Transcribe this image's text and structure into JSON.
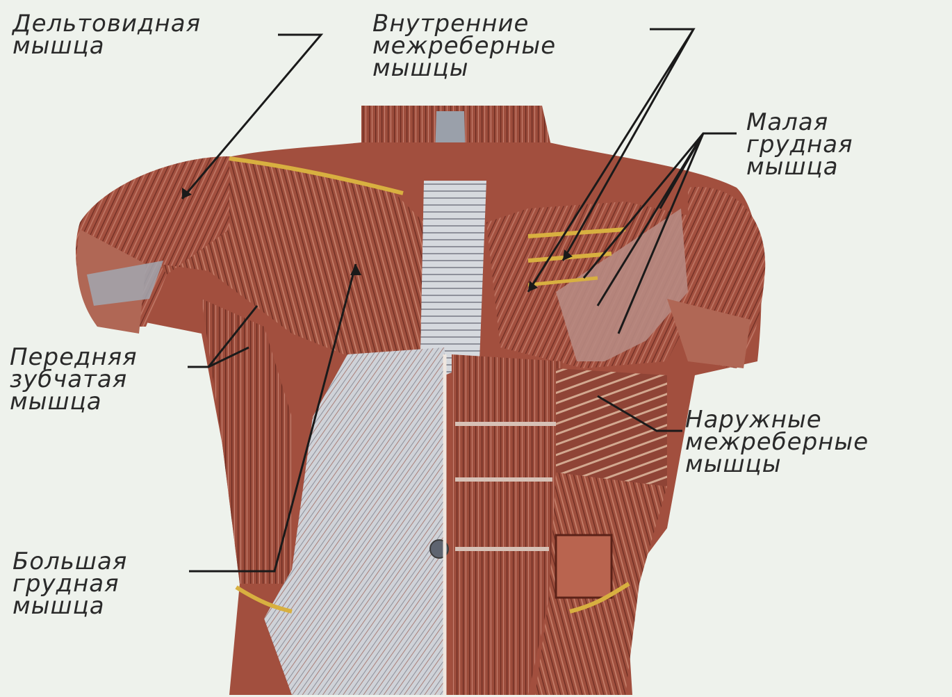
{
  "labels": {
    "deltoid": [
      "Дельтовидная",
      "мышца"
    ],
    "internal_intercostal": [
      "Внутренние",
      "межреберные",
      "мышцы"
    ],
    "pectoralis_minor": [
      "Малая",
      "грудная",
      "мышца"
    ],
    "serratus_anterior": [
      "Передняя",
      "зубчатая",
      "мышца"
    ],
    "external_intercostal": [
      "Наружные",
      "межреберные",
      "мышцы"
    ],
    "pectoralis_major": [
      "Большая",
      "грудная",
      "мышца"
    ]
  },
  "colors": {
    "background": "#eef2ec",
    "muscle": "#9a4a3c",
    "muscle_dark": "#6e2e24",
    "muscle_light": "#c0786a",
    "fascia": "#c9ccd4",
    "tendon_yellow": "#d8b040",
    "leader_line": "#1a1a1a"
  }
}
